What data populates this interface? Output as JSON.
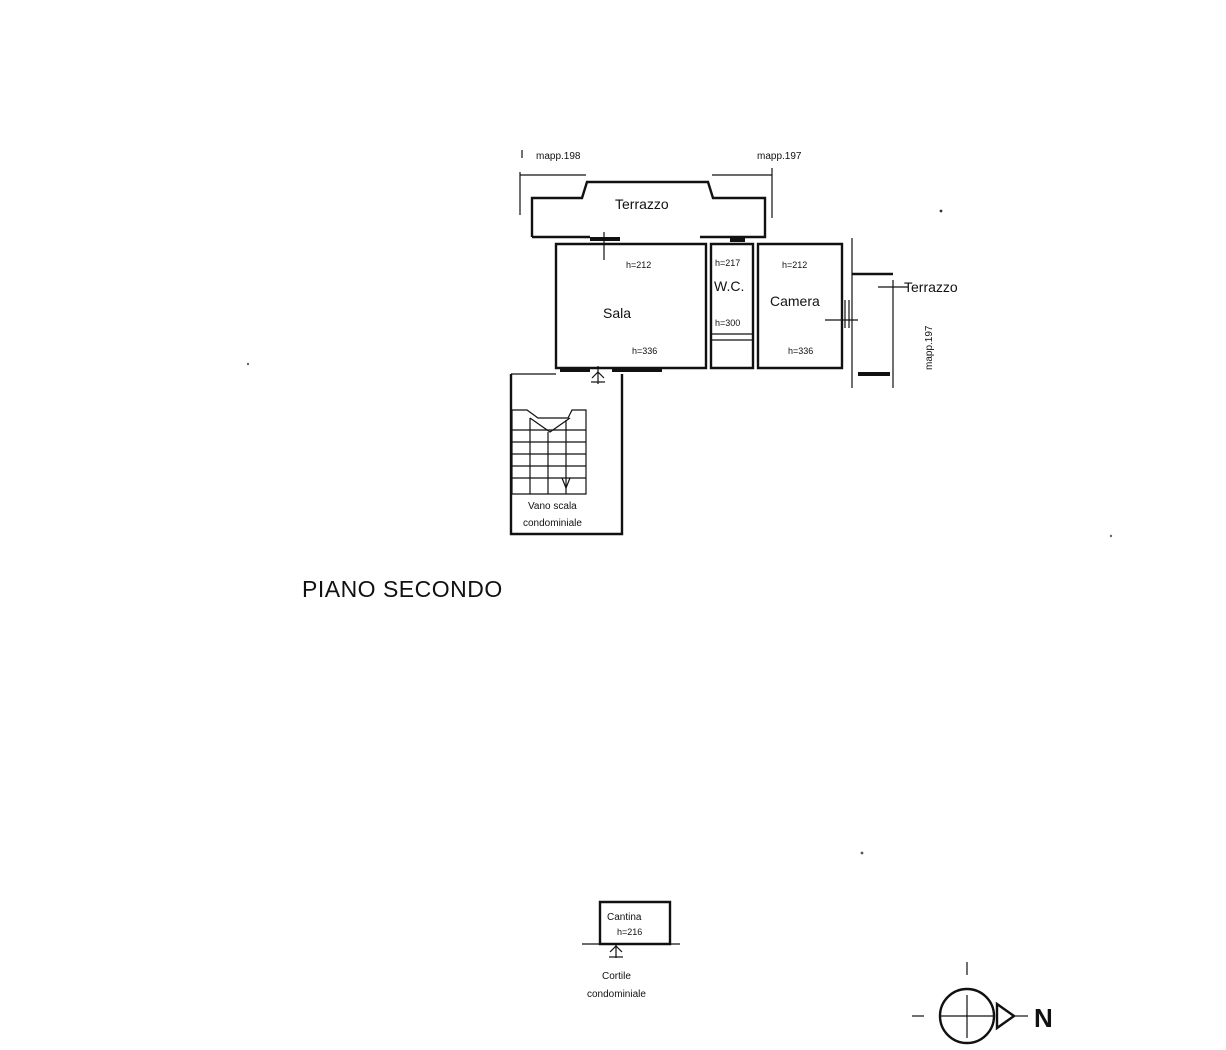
{
  "labels": {
    "mapp_198": "mapp.198",
    "mapp_197_top": "mapp.197",
    "mapp_197_side": "mapp.197",
    "terrazzo_top": "Terrazzo",
    "terrazzo_right": "Terrazzo",
    "sala": "Sala",
    "wc": "W.C.",
    "camera": "Camera",
    "h_sala_top": "h=212",
    "h_sala_bottom": "h=336",
    "h_wc_top": "h=217",
    "h_wc_bottom": "h=300",
    "h_camera_top": "h=212",
    "h_camera_bottom": "h=336",
    "vano_line1": "Vano scala",
    "vano_line2": "condominiale",
    "floor_title": "PIANO SECONDO",
    "cantina": "Cantina",
    "h_cantina": "h=216",
    "cortile_line1": "Cortile",
    "cortile_line2": "condominiale",
    "north_letter": "N"
  },
  "colors": {
    "ink": "#111111",
    "paper": "#ffffff"
  }
}
